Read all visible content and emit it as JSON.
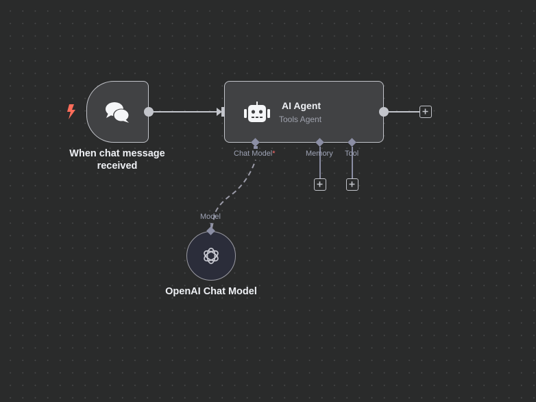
{
  "canvas": {
    "background": "#2a2b2b",
    "nodes": {
      "trigger": {
        "label": "When chat message received",
        "icon": "chat-bubbles-icon",
        "badge_icon": "lightning-bolt-icon",
        "badge_color": "#ff6d5a"
      },
      "agent": {
        "title": "AI Agent",
        "subtitle": "Tools Agent",
        "icon": "robot-icon",
        "ports": [
          {
            "label": "Chat Model",
            "required": true,
            "required_marker": "*"
          },
          {
            "label": "Memory",
            "required": false
          },
          {
            "label": "Tool",
            "required": false
          }
        ]
      },
      "model": {
        "label": "OpenAI Chat Model",
        "icon": "openai-logo-icon",
        "port_label": "Model"
      }
    },
    "add_buttons": [
      "add-after-agent",
      "add-memory",
      "add-tool"
    ],
    "colors": {
      "node_border": "#c3c5cb",
      "port_diamond": "#8b8ea4",
      "required": "#ff6d6d",
      "node_fill": "#414244"
    }
  }
}
